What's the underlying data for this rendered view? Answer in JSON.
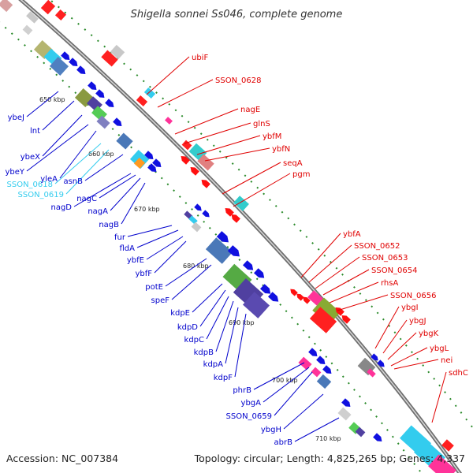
{
  "title": "Shigella sonnei Ss046, complete genome",
  "footer": {
    "accession": "Accession: NC_007384",
    "topology": "Topology: circular; Length: 4,825,265 bp; Genes: 4,337"
  },
  "colors": {
    "forward_label": "#e00000",
    "reverse_label": "#0000cc",
    "highlight_label": "#33ccee",
    "backbone": "#8a8a8a",
    "tick": "#1a8a1a"
  },
  "kbp_ticks": [
    "650 kbp",
    "660 kbp",
    "670 kbp",
    "680 kbp",
    "690 kbp",
    "700 kbp",
    "710 kbp"
  ],
  "forward_genes": [
    "ubiF",
    "SSON_0628",
    "nagE",
    "glnS",
    "ybfM",
    "ybfN",
    "seqA",
    "pgm",
    "ybfA",
    "SSON_0652",
    "SSON_0653",
    "SSON_0654",
    "rhsA",
    "SSON_0656",
    "ybgI",
    "ybgJ",
    "ybgK",
    "ybgL",
    "nei",
    "sdhC"
  ],
  "reverse_genes": [
    "ybeJ",
    "lnt",
    "ybeX",
    "ybeY",
    "yleA",
    "SSON_0618",
    "SSON_0619",
    "asnB",
    "nagD",
    "nagC",
    "nagA",
    "nagB",
    "fur",
    "fldA",
    "ybfE",
    "ybfF",
    "potE",
    "speF",
    "kdpE",
    "kdpD",
    "kdpC",
    "kdpB",
    "kdpA",
    "kdpF",
    "phrB",
    "ybgA",
    "SSON_0659",
    "ybgH",
    "abrB"
  ],
  "highlighted_genes": [
    "SSON_0618",
    "SSON_0619"
  ]
}
